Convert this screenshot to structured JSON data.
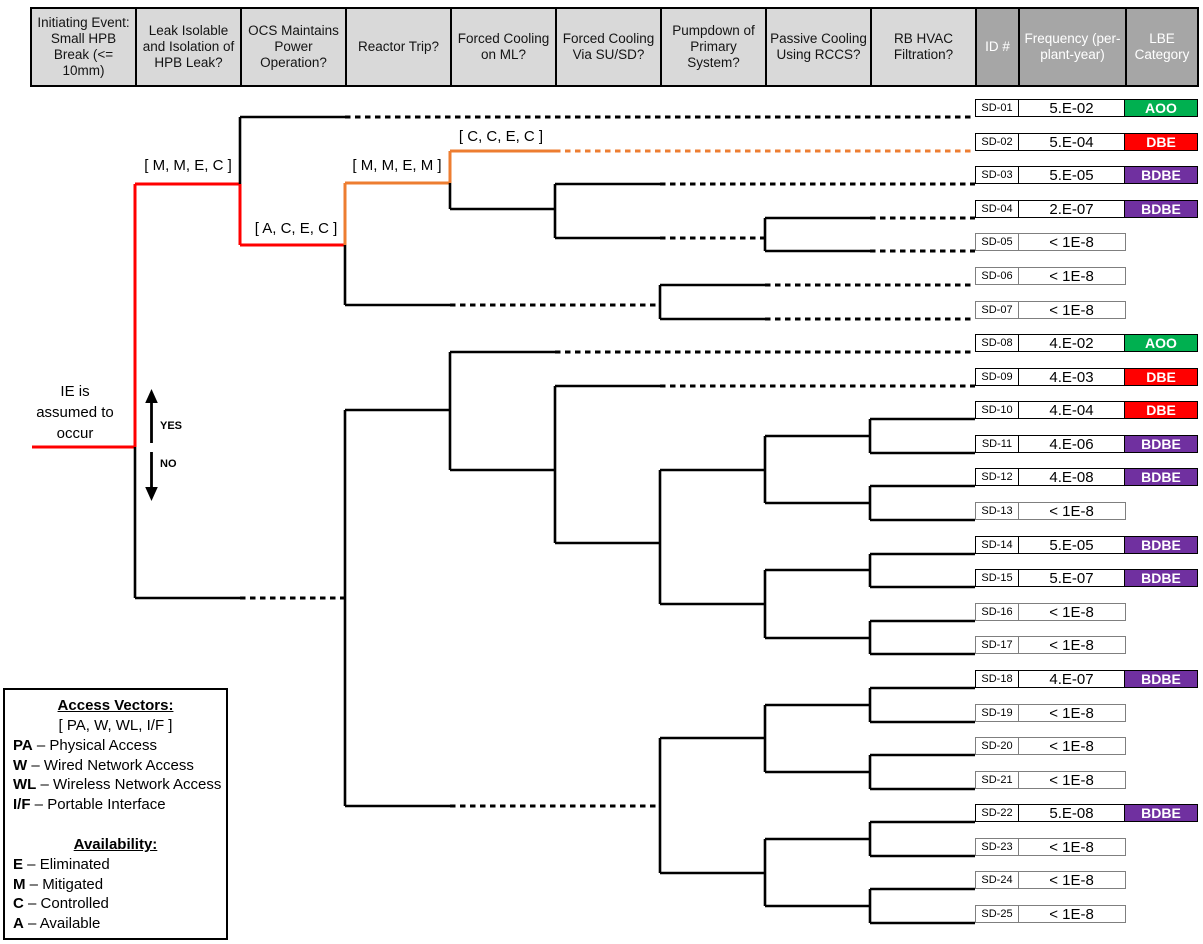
{
  "header": {
    "columns": [
      {
        "label": "Initiating Event: Small HPB Break (<= 10mm)",
        "style": "light"
      },
      {
        "label": "Leak Isolable and Isolation of HPB Leak?",
        "style": "light"
      },
      {
        "label": "OCS Maintains Power Operation?",
        "style": "light"
      },
      {
        "label": "Reactor Trip?",
        "style": "light"
      },
      {
        "label": "Forced Cooling on ML?",
        "style": "light"
      },
      {
        "label": "Forced Cooling Via SU/SD?",
        "style": "light"
      },
      {
        "label": "Pumpdown of Primary System?",
        "style": "light"
      },
      {
        "label": "Passive Cooling Using RCCS?",
        "style": "light"
      },
      {
        "label": "RB HVAC Filtration?",
        "style": "light"
      },
      {
        "label": "ID #",
        "style": "dark"
      },
      {
        "label": "Frequency (per-plant-year)",
        "style": "dark"
      },
      {
        "label": "LBE Category",
        "style": "dark"
      }
    ]
  },
  "tree": {
    "ie_note": "IE is\nassumed to\noccur",
    "yes_label": "YES",
    "no_label": "NO",
    "branch_labels": [
      "[ M, M, E, C ]",
      "[ A, C, E, C ]",
      "[ M, M, E, M ]",
      "[ C, C, E, C ]"
    ]
  },
  "rows": [
    {
      "id": "SD-01",
      "frequency": "5.E-02",
      "category": "AOO"
    },
    {
      "id": "SD-02",
      "frequency": "5.E-04",
      "category": "DBE"
    },
    {
      "id": "SD-03",
      "frequency": "5.E-05",
      "category": "BDBE"
    },
    {
      "id": "SD-04",
      "frequency": "2.E-07",
      "category": "BDBE"
    },
    {
      "id": "SD-05",
      "frequency": "< 1E-8",
      "category": ""
    },
    {
      "id": "SD-06",
      "frequency": "< 1E-8",
      "category": ""
    },
    {
      "id": "SD-07",
      "frequency": "< 1E-8",
      "category": ""
    },
    {
      "id": "SD-08",
      "frequency": "4.E-02",
      "category": "AOO"
    },
    {
      "id": "SD-09",
      "frequency": "4.E-03",
      "category": "DBE"
    },
    {
      "id": "SD-10",
      "frequency": "4.E-04",
      "category": "DBE"
    },
    {
      "id": "SD-11",
      "frequency": "4.E-06",
      "category": "BDBE"
    },
    {
      "id": "SD-12",
      "frequency": "4.E-08",
      "category": "BDBE"
    },
    {
      "id": "SD-13",
      "frequency": "< 1E-8",
      "category": ""
    },
    {
      "id": "SD-14",
      "frequency": "5.E-05",
      "category": "BDBE"
    },
    {
      "id": "SD-15",
      "frequency": "5.E-07",
      "category": "BDBE"
    },
    {
      "id": "SD-16",
      "frequency": "< 1E-8",
      "category": ""
    },
    {
      "id": "SD-17",
      "frequency": "< 1E-8",
      "category": ""
    },
    {
      "id": "SD-18",
      "frequency": "4.E-07",
      "category": "BDBE"
    },
    {
      "id": "SD-19",
      "frequency": "< 1E-8",
      "category": ""
    },
    {
      "id": "SD-20",
      "frequency": "< 1E-8",
      "category": ""
    },
    {
      "id": "SD-21",
      "frequency": "< 1E-8",
      "category": ""
    },
    {
      "id": "SD-22",
      "frequency": "5.E-08",
      "category": "BDBE"
    },
    {
      "id": "SD-23",
      "frequency": "< 1E-8",
      "category": ""
    },
    {
      "id": "SD-24",
      "frequency": "< 1E-8",
      "category": ""
    },
    {
      "id": "SD-25",
      "frequency": "< 1E-8",
      "category": ""
    }
  ],
  "legend": {
    "access_title": "Access Vectors:",
    "access_vector": "[ PA, W, WL, I/F ]",
    "separator": "–",
    "access_items": [
      {
        "key": "PA",
        "label": "Physical Access"
      },
      {
        "key": "W",
        "label": "Wired Network Access"
      },
      {
        "key": "WL",
        "label": "Wireless Network Access"
      },
      {
        "key": "I/F",
        "label": "Portable Interface"
      }
    ],
    "availability_title": "Availability:",
    "availability_items": [
      {
        "key": "E",
        "label": "Eliminated"
      },
      {
        "key": "M",
        "label": "Mitigated"
      },
      {
        "key": "C",
        "label": "Controlled"
      },
      {
        "key": "A",
        "label": "Available"
      }
    ]
  },
  "colors": {
    "aoo": "#00B050",
    "dbe": "#FF0000",
    "bdbe": "#7030A0",
    "path_red": "#FF0000",
    "path_orange": "#ED7D31",
    "line": "#000000",
    "muted_border": "#7F7F7F",
    "header_light": "#D9D9D9",
    "header_dark": "#A6A6A6"
  }
}
